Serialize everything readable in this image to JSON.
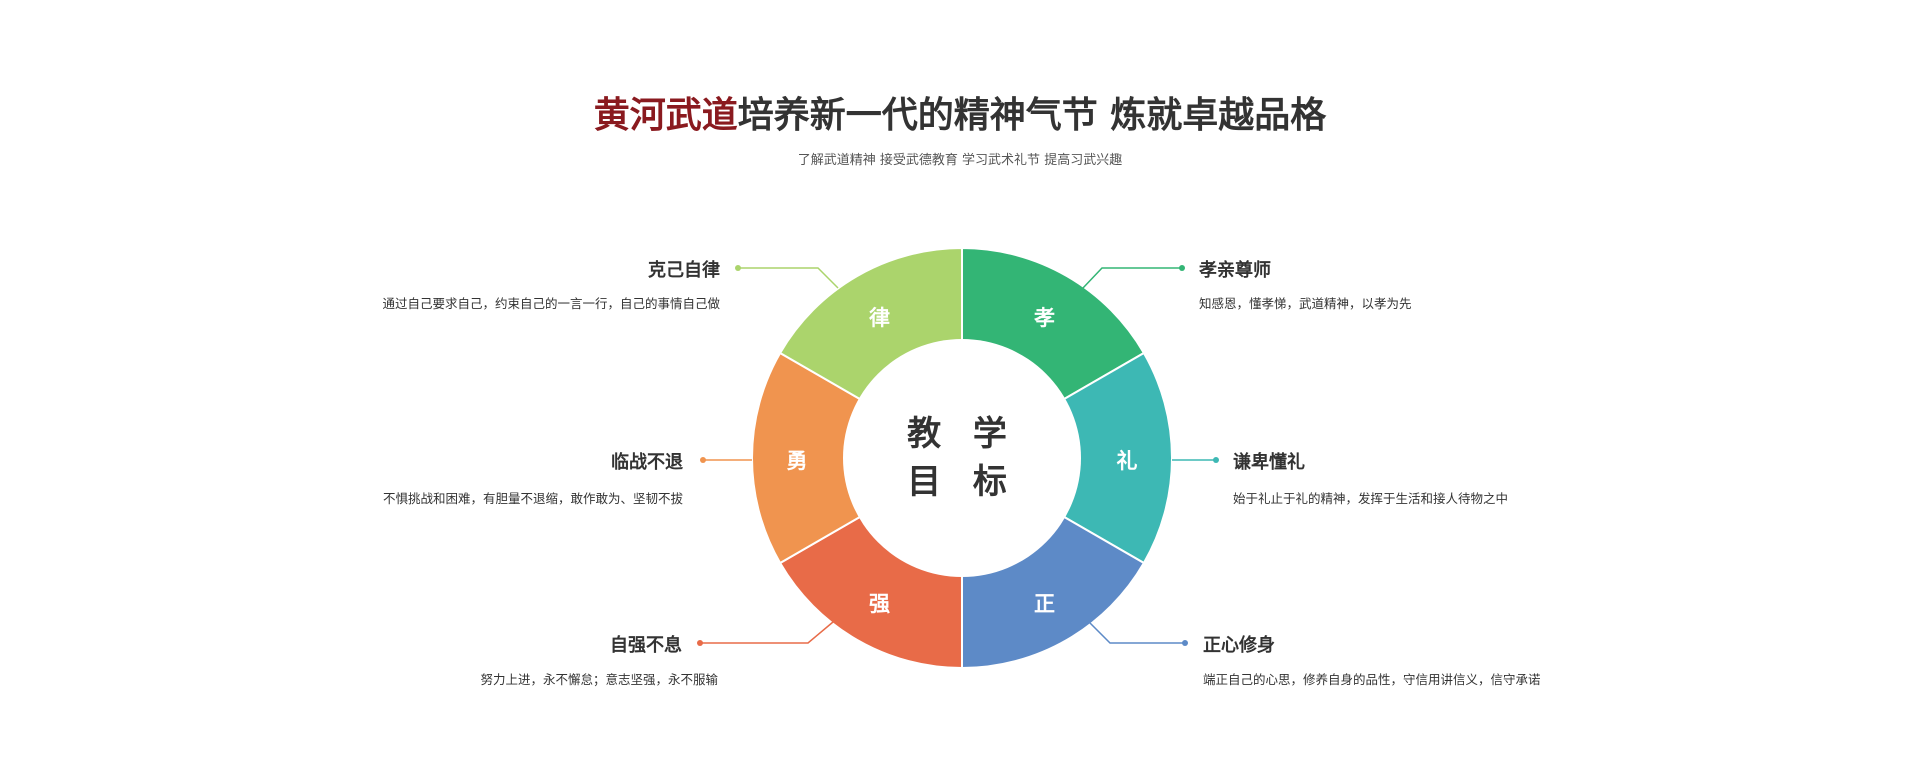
{
  "header": {
    "title_highlight": "黄河武道",
    "title_rest": "培养新一代的精神气节 炼就卓越品格",
    "subtitle": "了解武道精神 接受武德教育 学习武术礼节 提高习武兴趣"
  },
  "center": {
    "line1": "教 学",
    "line2": "目 标"
  },
  "segments": [
    {
      "char": "孝",
      "color": "#33b575",
      "heading": "孝亲尊师",
      "desc": "知感恩，懂孝悌，武道精神，以孝为先"
    },
    {
      "char": "礼",
      "color": "#3db8b4",
      "heading": "谦卑懂礼",
      "desc": "始于礼止于礼的精神，发挥于生活和接人待物之中"
    },
    {
      "char": "正",
      "color": "#5d8ac7",
      "heading": "正心修身",
      "desc": "端正自己的心思，修养自身的品性，守信用讲信义，信守承诺"
    },
    {
      "char": "强",
      "color": "#e86b48",
      "heading": "自强不息",
      "desc": "努力上进，永不懈怠；意志坚强，永不服输"
    },
    {
      "char": "勇",
      "color": "#f0944f",
      "heading": "临战不退",
      "desc": "不惧挑战和困难，有胆量不退缩，敢作敢为、坚韧不拔"
    },
    {
      "char": "律",
      "color": "#abd46c",
      "heading": "克己自律",
      "desc": "通过自己要求自己，约束自己的一言一行，自己的事情自己做"
    }
  ]
}
